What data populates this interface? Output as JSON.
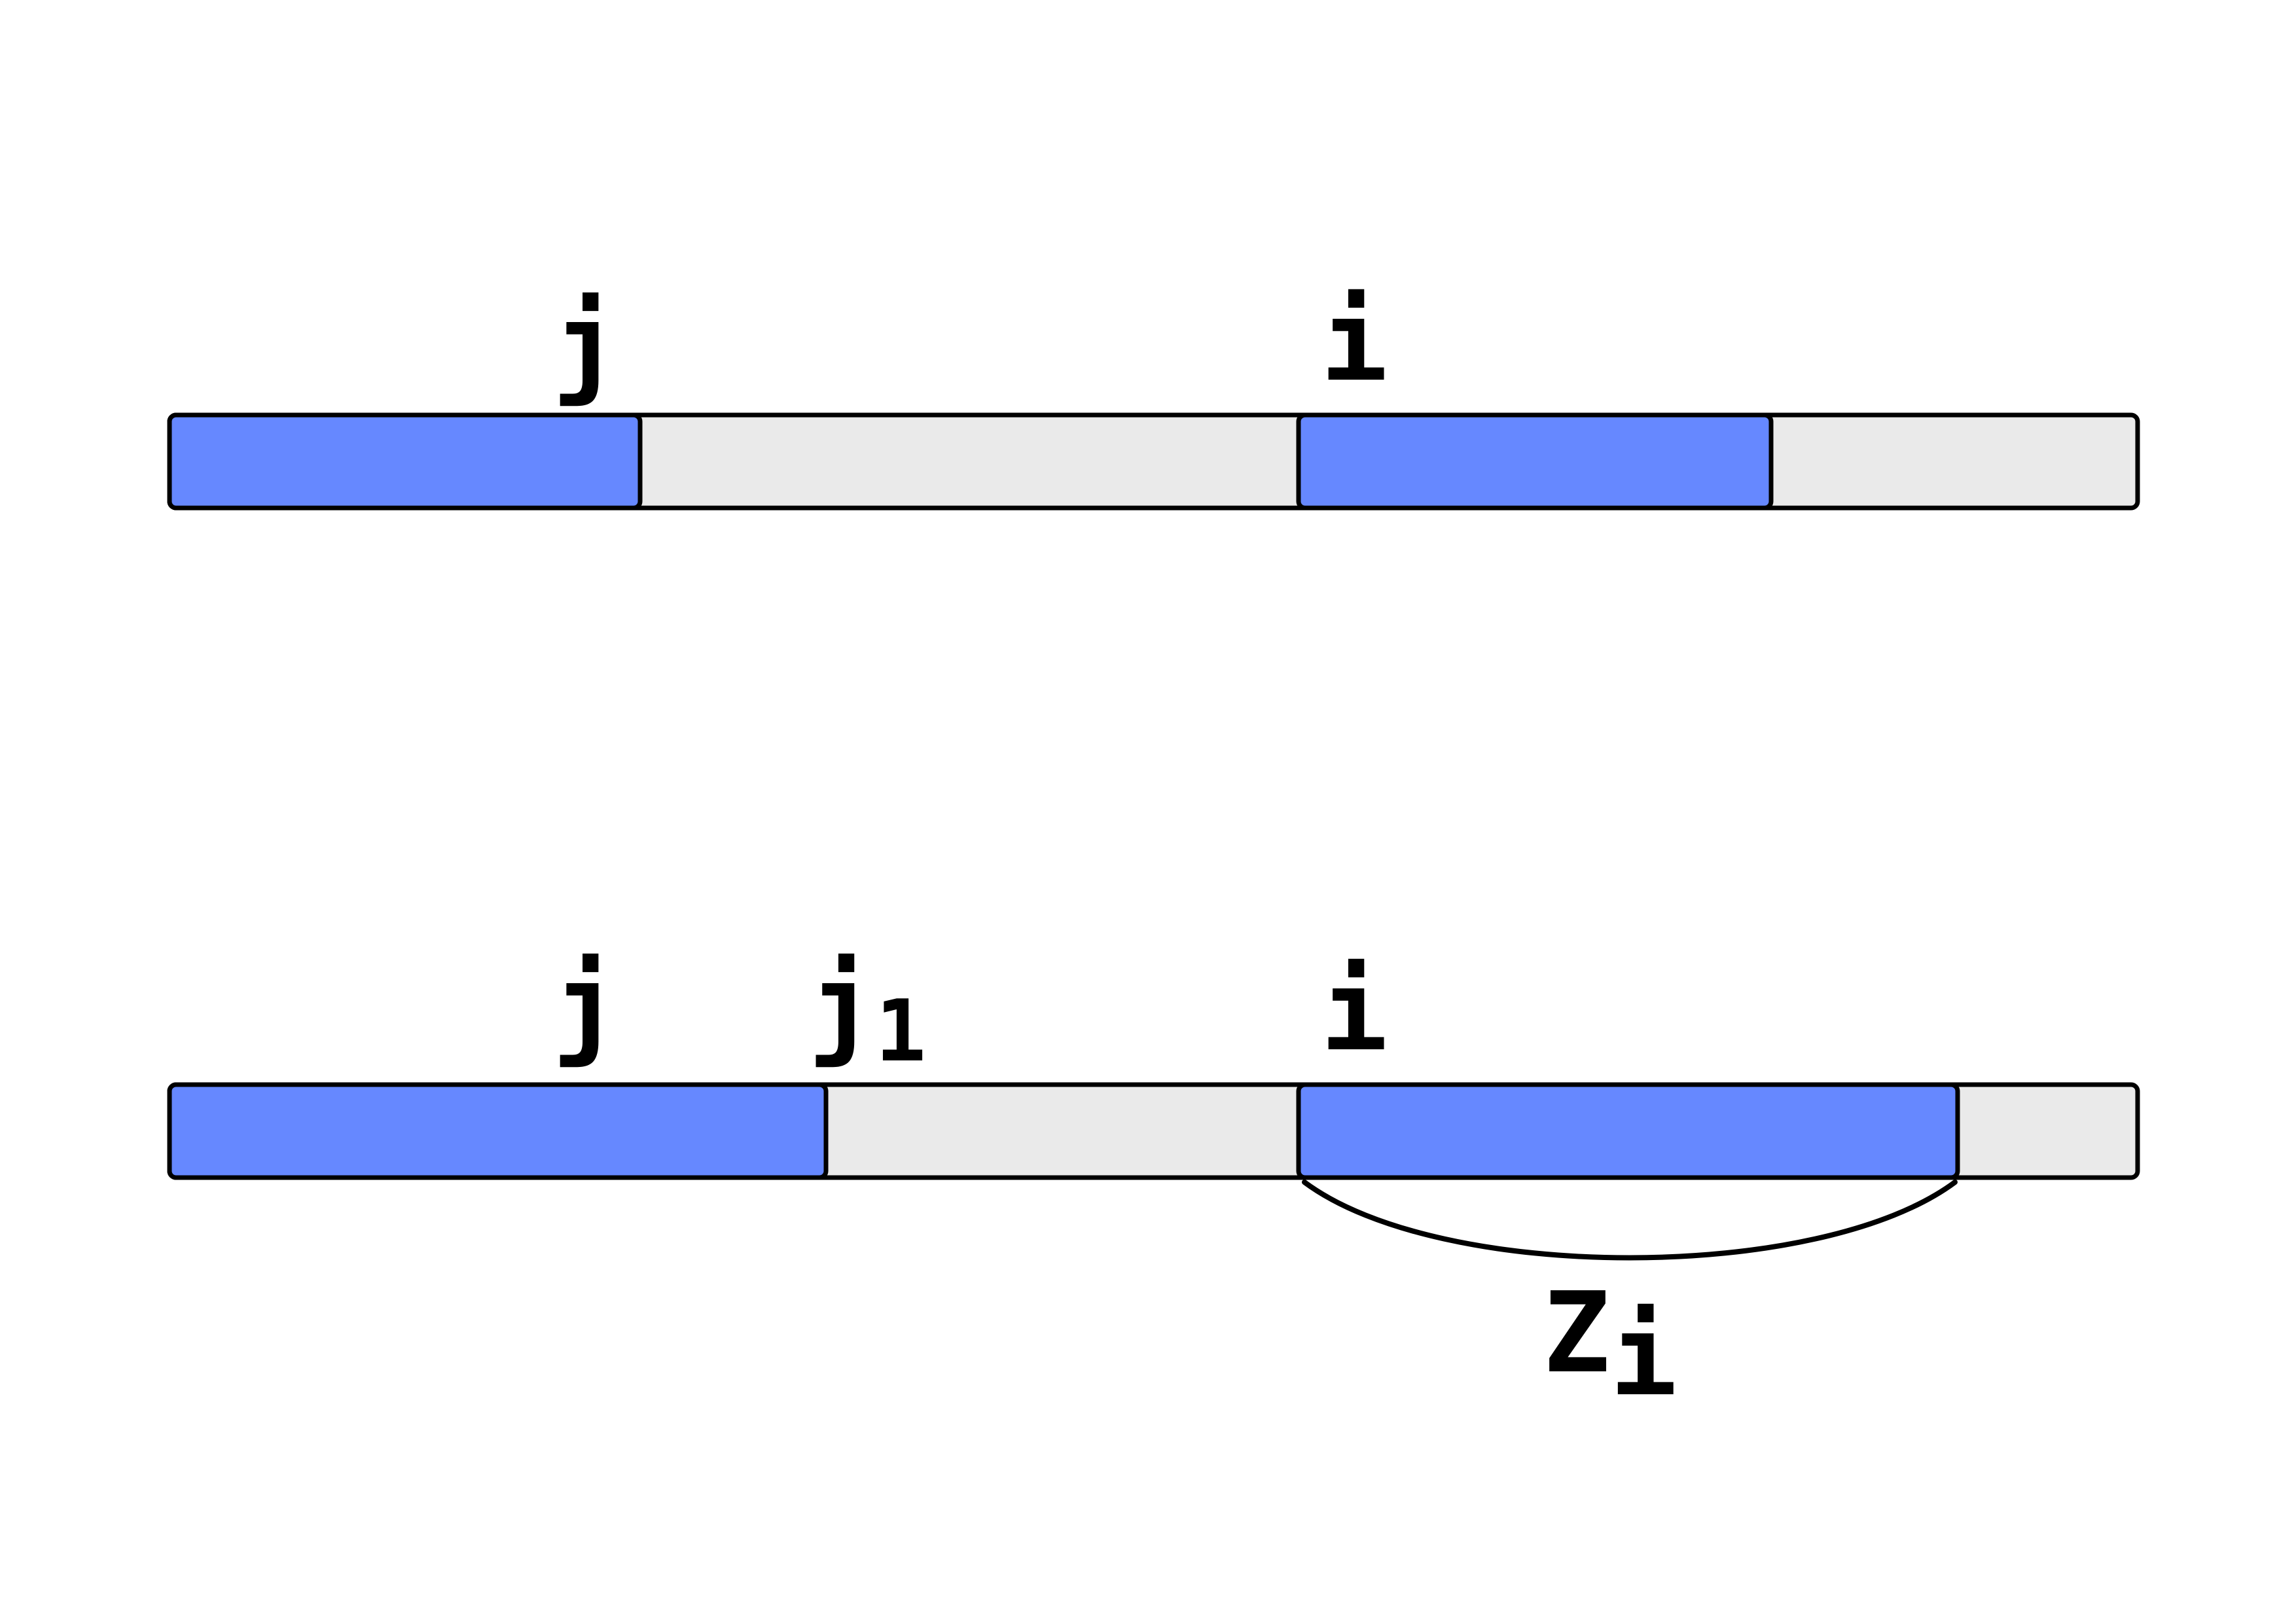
{
  "colors": {
    "highlight": "#6688ff",
    "background_bar": "#eaeaea",
    "stroke": "#000000"
  },
  "top_array": {
    "labels": {
      "j": "j",
      "i": "i"
    }
  },
  "bottom_array": {
    "labels": {
      "j": "j",
      "j1_base": "j",
      "j1_sub": "1",
      "i": "i"
    },
    "brace_label": {
      "base": "Z",
      "sub": "i"
    }
  }
}
